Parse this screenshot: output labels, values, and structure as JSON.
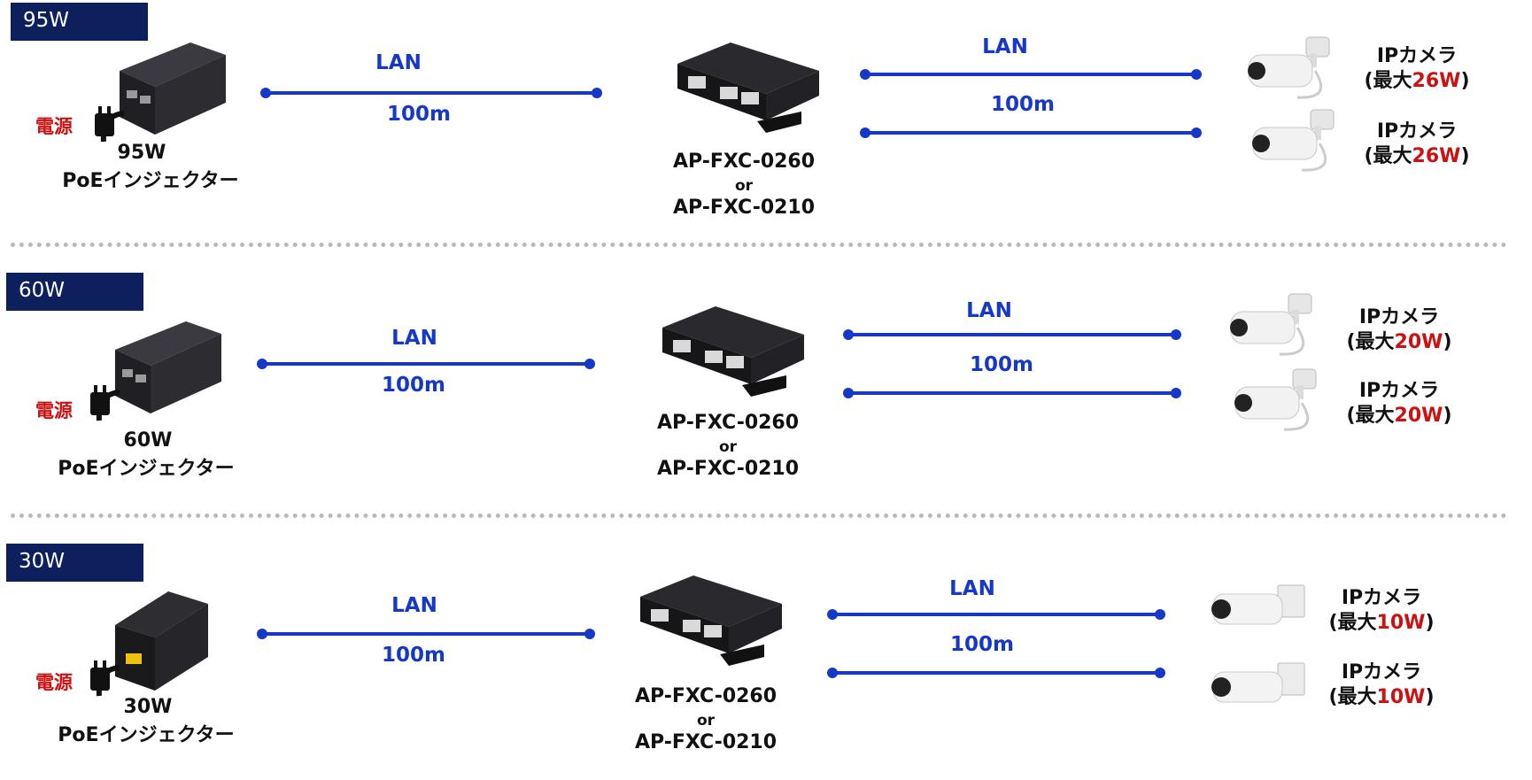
{
  "sections": [
    {
      "badge": "95W",
      "power_label": "電源",
      "injector_watt": "95W",
      "injector_name": "PoEインジェクター",
      "lan_label": "LAN",
      "distance": "100m",
      "extender_model_1": "AP-FXC-0260",
      "extender_or": "or",
      "extender_model_2": "AP-FXC-0210",
      "out_lan_label": "LAN",
      "out_distance": "100m",
      "camera_1": {
        "name": "IPカメラ",
        "paren_open": "(最大",
        "watt": "26W",
        "paren_close": ")"
      },
      "camera_2": {
        "name": "IPカメラ",
        "paren_open": "(最大",
        "watt": "26W",
        "paren_close": ")"
      }
    },
    {
      "badge": "60W",
      "power_label": "電源",
      "injector_watt": "60W",
      "injector_name": "PoEインジェクター",
      "lan_label": "LAN",
      "distance": "100m",
      "extender_model_1": "AP-FXC-0260",
      "extender_or": "or",
      "extender_model_2": "AP-FXC-0210",
      "out_lan_label": "LAN",
      "out_distance": "100m",
      "camera_1": {
        "name": "IPカメラ",
        "paren_open": "(最大",
        "watt": "20W",
        "paren_close": ")"
      },
      "camera_2": {
        "name": "IPカメラ",
        "paren_open": "(最大",
        "watt": "20W",
        "paren_close": ")"
      }
    },
    {
      "badge": "30W",
      "power_label": "電源",
      "injector_watt": "30W",
      "injector_name": "PoEインジェクター",
      "lan_label": "LAN",
      "distance": "100m",
      "extender_model_1": "AP-FXC-0260",
      "extender_or": "or",
      "extender_model_2": "AP-FXC-0210",
      "out_lan_label": "LAN",
      "out_distance": "100m",
      "camera_1": {
        "name": "IPカメラ",
        "paren_open": "(最大",
        "watt": "10W",
        "paren_close": ")"
      },
      "camera_2": {
        "name": "IPカメラ",
        "paren_open": "(最大",
        "watt": "10W",
        "paren_close": ")"
      }
    }
  ],
  "colors": {
    "badge_bg": "#0d1f5c",
    "cable": "#1538c9",
    "watt_red": "#cc1111",
    "divider": "#b9b9b9"
  }
}
